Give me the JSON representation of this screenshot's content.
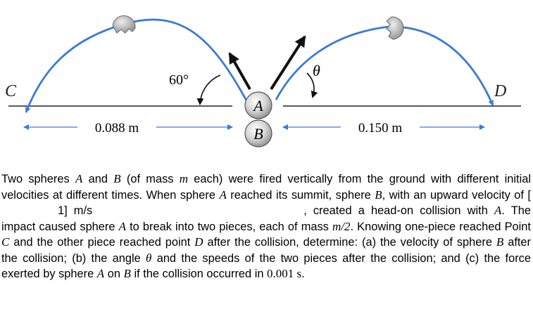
{
  "figure": {
    "label_C": "C",
    "label_D": "D",
    "label_A": "A",
    "label_B": "B",
    "angle_left": "60°",
    "angle_right": "θ",
    "dist_left": "0.088 m",
    "dist_right": "0.150 m"
  },
  "problem": {
    "seg1": "Two spheres ",
    "A1": "A",
    "seg2": " and ",
    "B1": "B",
    "seg3": " (of mass ",
    "m1": "m",
    "seg4": " each) were fired vertically from the ground with different initial velocities at different times. When sphere ",
    "A2": "A",
    "seg5": " reached its summit, sphere ",
    "B2": "B",
    "seg6": ", with an upward velocity of [",
    "gap_suffix": "1] m/s",
    "seg7": ", created a head-on collision with ",
    "A3": "A",
    "seg8": ". The impact caused sphere ",
    "A4": "A",
    "seg9": " to break into two pieces, each of mass ",
    "m2": "m/2",
    "seg10": ". Knowing one-piece reached Point ",
    "C1": "C",
    "seg11": " and the other piece reached point ",
    "D1": "D",
    "seg12": " after the collision, determine: (a) the velocity of sphere ",
    "B3": "B",
    "seg13": " after the collision; (b) the angle ",
    "theta1": "θ",
    "seg14": " and the speeds of the two pieces after the collision; and (c) the force exerted by sphere ",
    "A5": "A",
    "seg15": " on ",
    "B4": "B",
    "seg16": " if the collision occurred in ",
    "time": "0.001 s",
    "seg17": "."
  }
}
